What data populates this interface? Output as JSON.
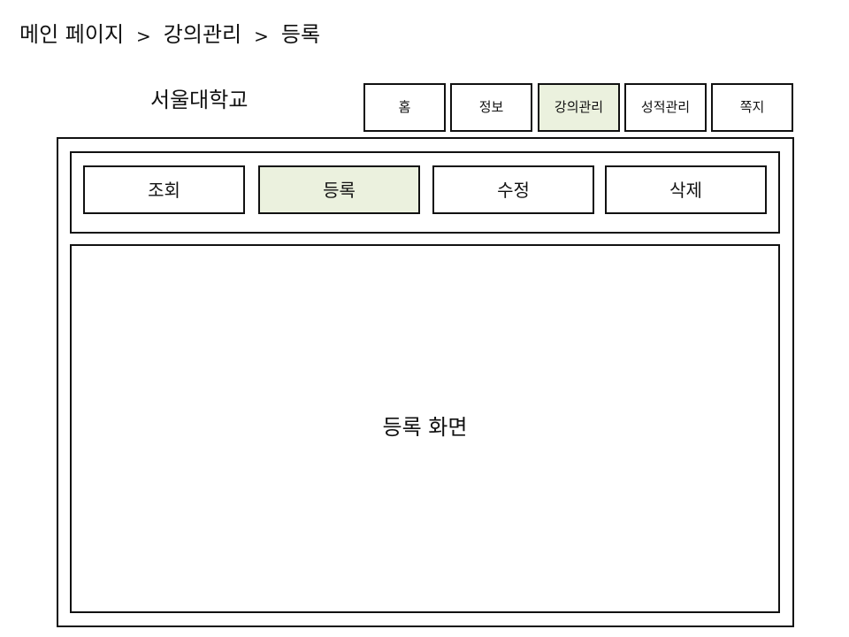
{
  "breadcrumb": {
    "items": [
      "메인 페이지",
      "강의관리",
      "등록"
    ],
    "separator": ">"
  },
  "header": {
    "title": "서울대학교"
  },
  "top_nav": {
    "items": [
      {
        "label": "홈"
      },
      {
        "label": "정보"
      },
      {
        "label": "강의관리"
      },
      {
        "label": "성적관리"
      },
      {
        "label": "쪽지"
      }
    ],
    "active": "강의관리"
  },
  "sub_nav": {
    "items": [
      {
        "label": "조회"
      },
      {
        "label": "등록"
      },
      {
        "label": "수정"
      },
      {
        "label": "삭제"
      }
    ],
    "active": "등록"
  },
  "main": {
    "content_label": "등록 화면"
  },
  "colors": {
    "active_background": "#ebf1de",
    "border": "#111111",
    "background": "#ffffff"
  }
}
